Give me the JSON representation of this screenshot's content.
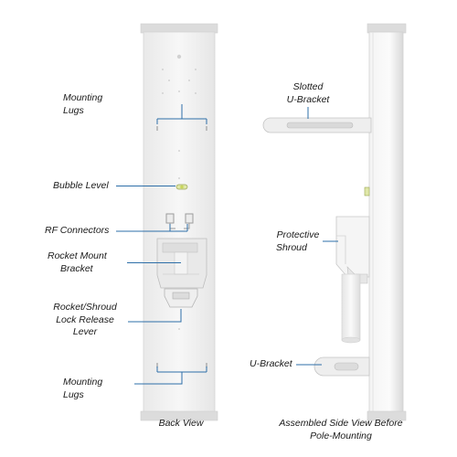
{
  "back_view": {
    "labels": {
      "mounting_lugs_top": [
        "Mounting",
        "Lugs"
      ],
      "bubble_level": [
        "Bubble Level"
      ],
      "rf_connectors": [
        "RF Connectors"
      ],
      "rocket_mount_bracket": [
        "Rocket Mount",
        "Bracket"
      ],
      "lock_release_lever": [
        "Rocket/Shroud",
        "Lock Release",
        "Lever"
      ],
      "mounting_lugs_bottom": [
        "Mounting",
        "Lugs"
      ]
    },
    "caption": "Back View"
  },
  "side_view": {
    "labels": {
      "slotted_u_bracket": [
        "Slotted",
        "U-Bracket"
      ],
      "protective_shroud": [
        "Protective",
        "Shroud"
      ],
      "u_bracket": [
        "U-Bracket"
      ]
    },
    "caption": [
      "Assembled Side View Before",
      "Pole-Mounting"
    ]
  },
  "colors": {
    "leader_line": "#2e6fa8",
    "panel_fill": "#f3f3f3",
    "panel_edge": "#d6d6d6",
    "cap_fill": "#dcdcdc",
    "bubble": "#c8d65a"
  }
}
